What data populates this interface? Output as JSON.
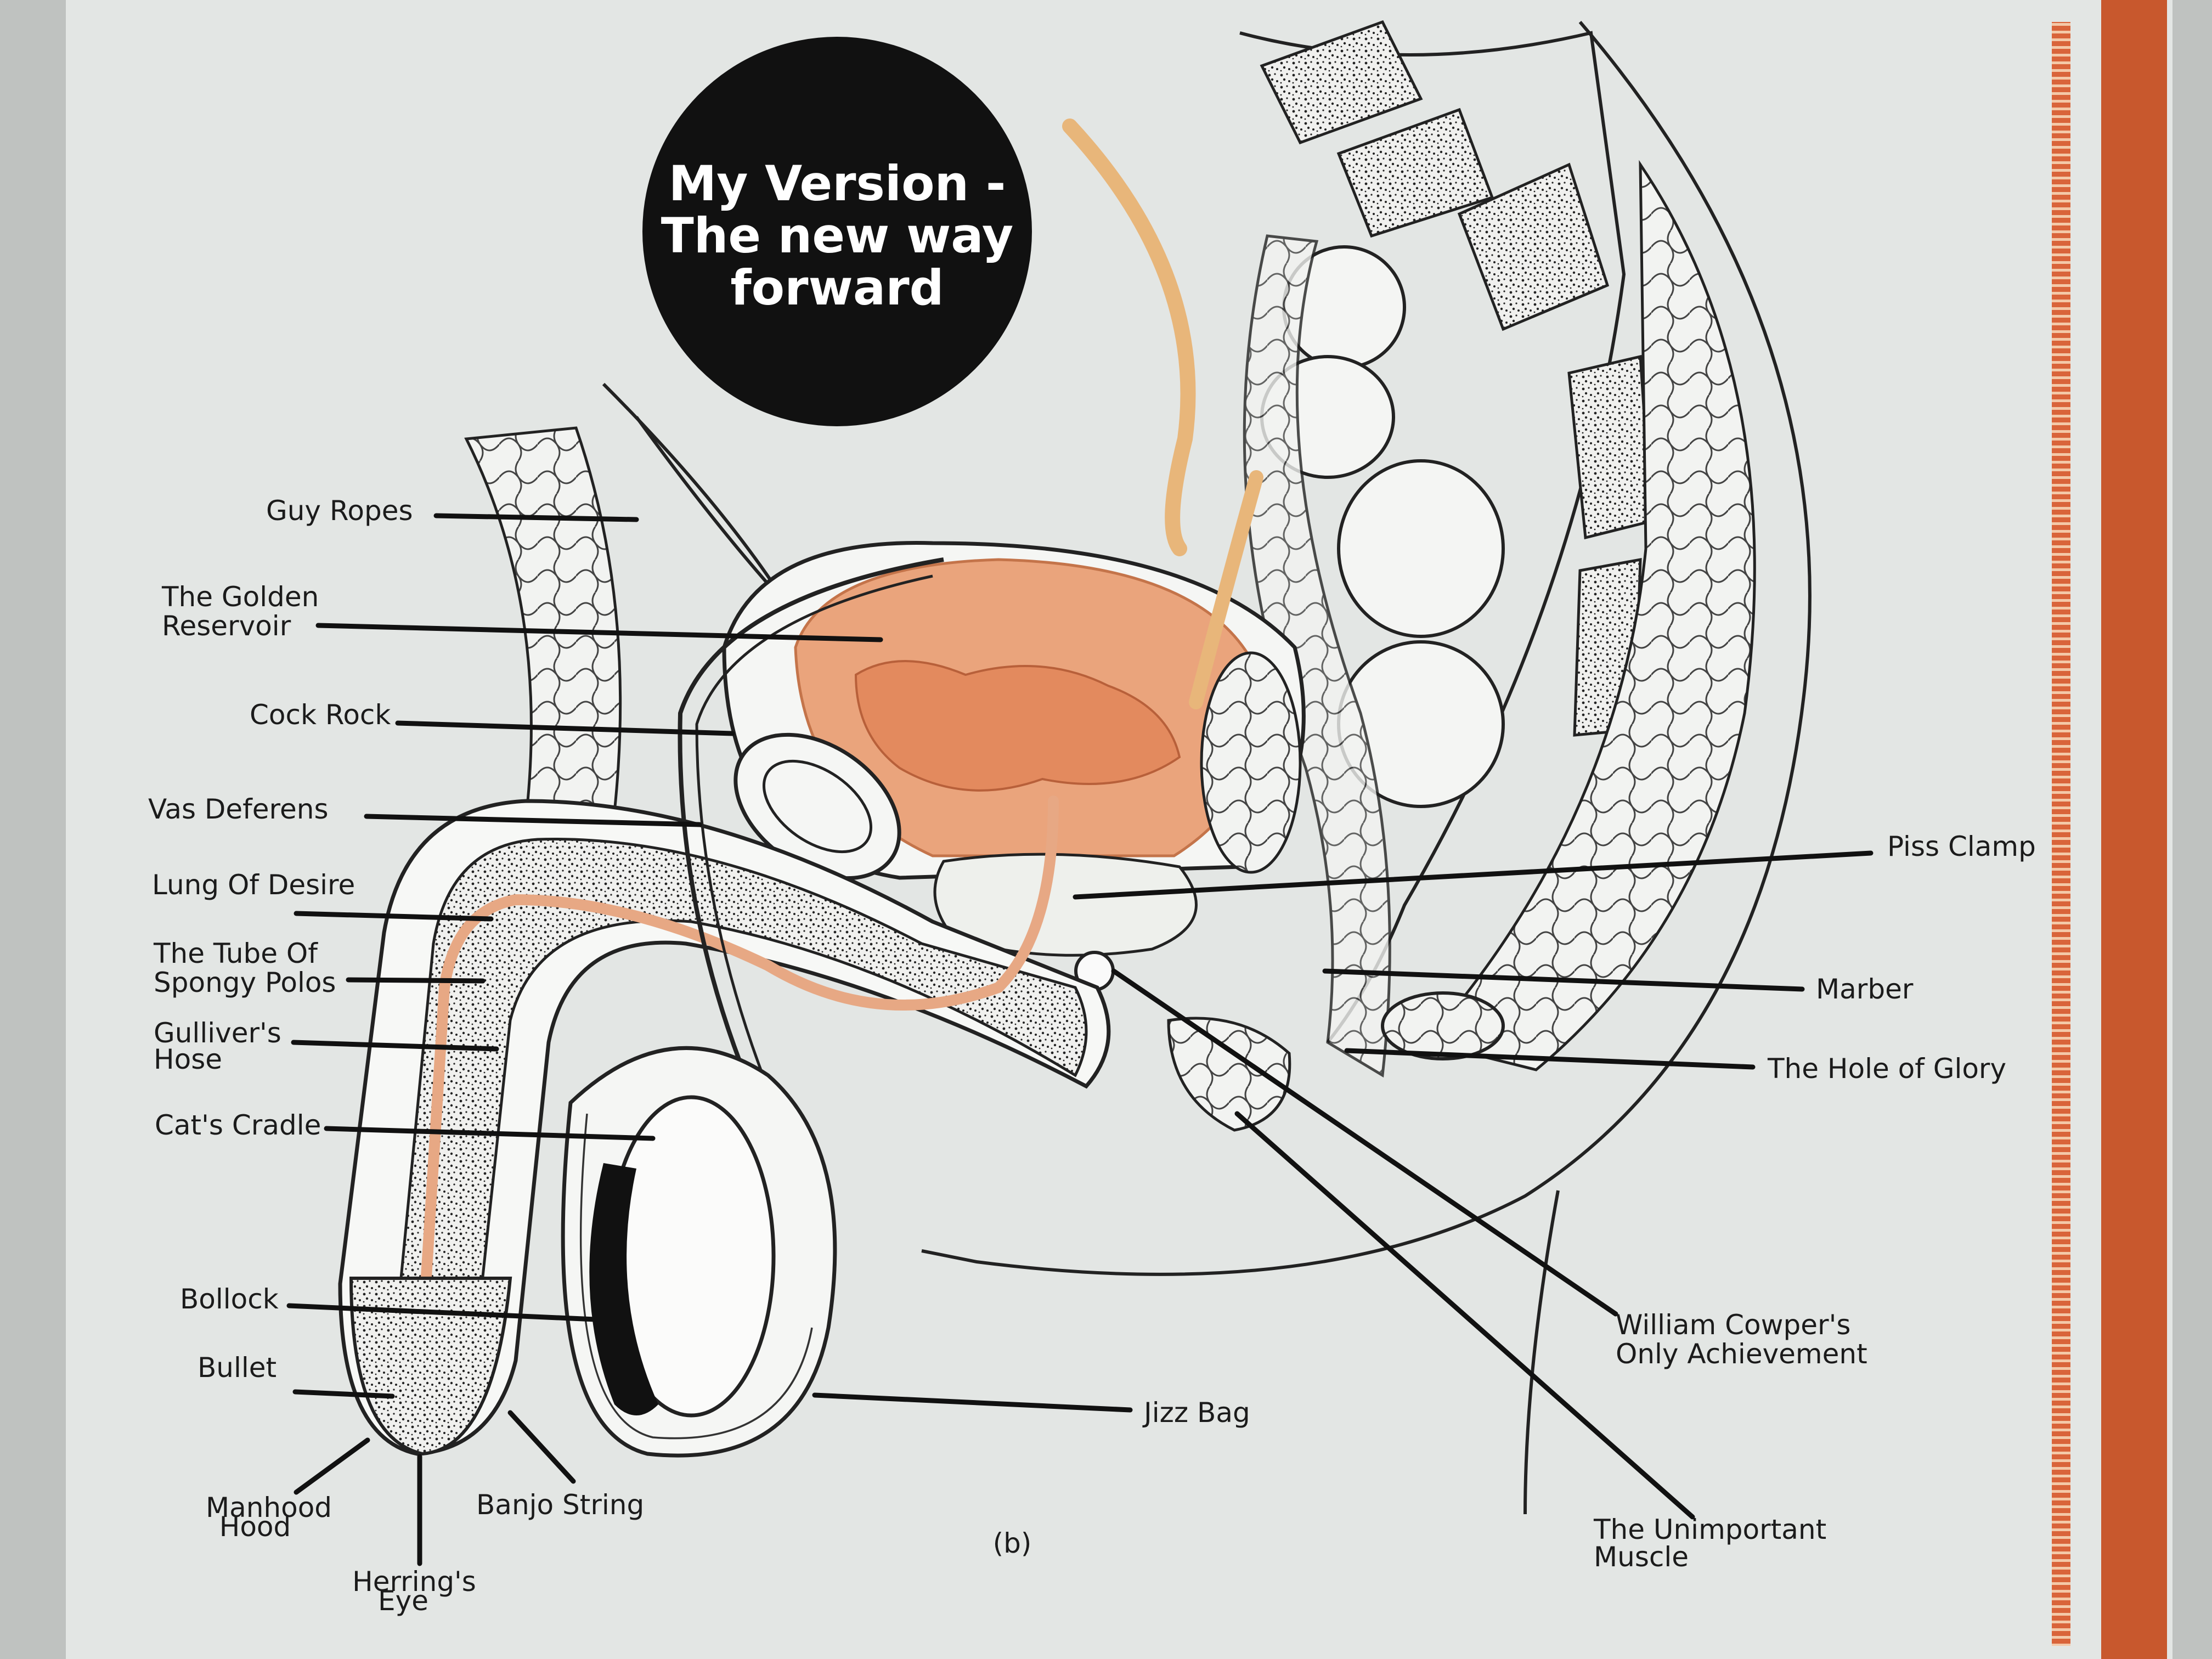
{
  "badge": {
    "line1": "My Version -",
    "line2": "The new way",
    "line3": "forward"
  },
  "figure_caption": "(b)",
  "labels": {
    "guy_ropes": "Guy Ropes",
    "golden_reservoir_1": "The Golden",
    "golden_reservoir_2": "Reservoir",
    "cock_rock": "Cock Rock",
    "vas_deferens": "Vas Deferens",
    "lung_of_desire": "Lung Of Desire",
    "tube_1": "The Tube Of",
    "tube_2": "Spongy Polos",
    "gulliver_1": "Gulliver's",
    "gulliver_2": "Hose",
    "cats_cradle": "Cat's Cradle",
    "bollock": "Bollock",
    "bullet": "Bullet",
    "manhood_1": "Manhood",
    "manhood_2": "Hood",
    "herring_1": "Herring's",
    "herring_2": "Eye",
    "banjo_string": "Banjo String",
    "jizz_bag": "Jizz Bag",
    "piss_clamp": "Piss Clamp",
    "marber": "Marber",
    "hole_of_glory": "The Hole of Glory",
    "cowper_1": "William Cowper's",
    "cowper_2": "Only Achievement",
    "unimportant_1": "The Unimportant",
    "unimportant_2": "Muscle"
  },
  "colors": {
    "paper": "#e3e6e4",
    "bladder": "#eaa47c",
    "bladder_inner": "#e38a5e",
    "ureter": "#e8b67a",
    "urethra": "#e7a884",
    "badge": "#111111",
    "orange_stripe": "#c8582d"
  }
}
